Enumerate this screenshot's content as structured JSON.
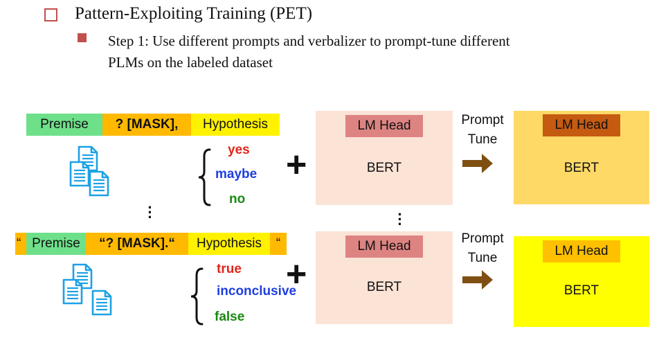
{
  "header": {
    "title": "Pattern-Exploiting Training (PET)",
    "step_line1": "Step 1: Use different prompts and verbalizer to prompt-tune different",
    "step_line2": "PLMs  on the labeled dataset"
  },
  "row1": {
    "template": [
      "Premise",
      "? [MASK],",
      "Hypothesis"
    ],
    "labels": [
      "yes",
      "maybe",
      "no"
    ]
  },
  "row2": {
    "template": [
      "“",
      "Premise",
      "“? [MASK].“",
      "Hypothesis",
      "“"
    ],
    "labels": [
      "true",
      "inconclusive",
      "false"
    ]
  },
  "model": {
    "head": "LM Head",
    "body": "BERT"
  },
  "arrow": {
    "line1": "Prompt",
    "line2": "Tune"
  },
  "colors": {
    "bullet": "#c0504d",
    "premise": "#6ee08a",
    "mask": "#ffb900",
    "hypothesis": "#fff200",
    "label_red": "#e1261c",
    "label_blue": "#1f3fe0",
    "label_green": "#1a8a12",
    "bert_bg": "#fbe3d6",
    "lm_head": "#dd8482",
    "tuned1_bg": "#ffd966",
    "tuned1_head": "#c55a11",
    "tuned2_bg": "#ffff00",
    "tuned2_head": "#ffc000",
    "arrow": "#7f4f12",
    "docs": "#1ca1e4"
  }
}
